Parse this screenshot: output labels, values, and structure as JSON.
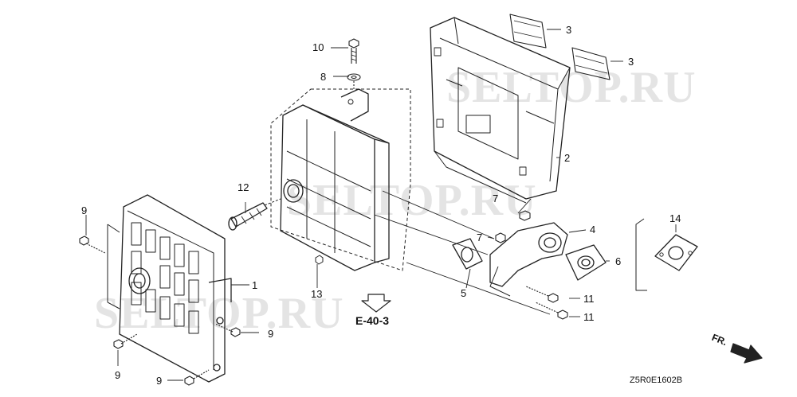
{
  "watermark": "SELTOP.RU",
  "callouts": [
    "1",
    "2",
    "3",
    "3",
    "4",
    "5",
    "6",
    "7",
    "7",
    "8",
    "9",
    "9",
    "9",
    "9",
    "10",
    "11",
    "11",
    "12",
    "13",
    "14"
  ],
  "reference": "E-40-3",
  "direction_label": "FR.",
  "diagram_code": "Z5R0E1602B"
}
